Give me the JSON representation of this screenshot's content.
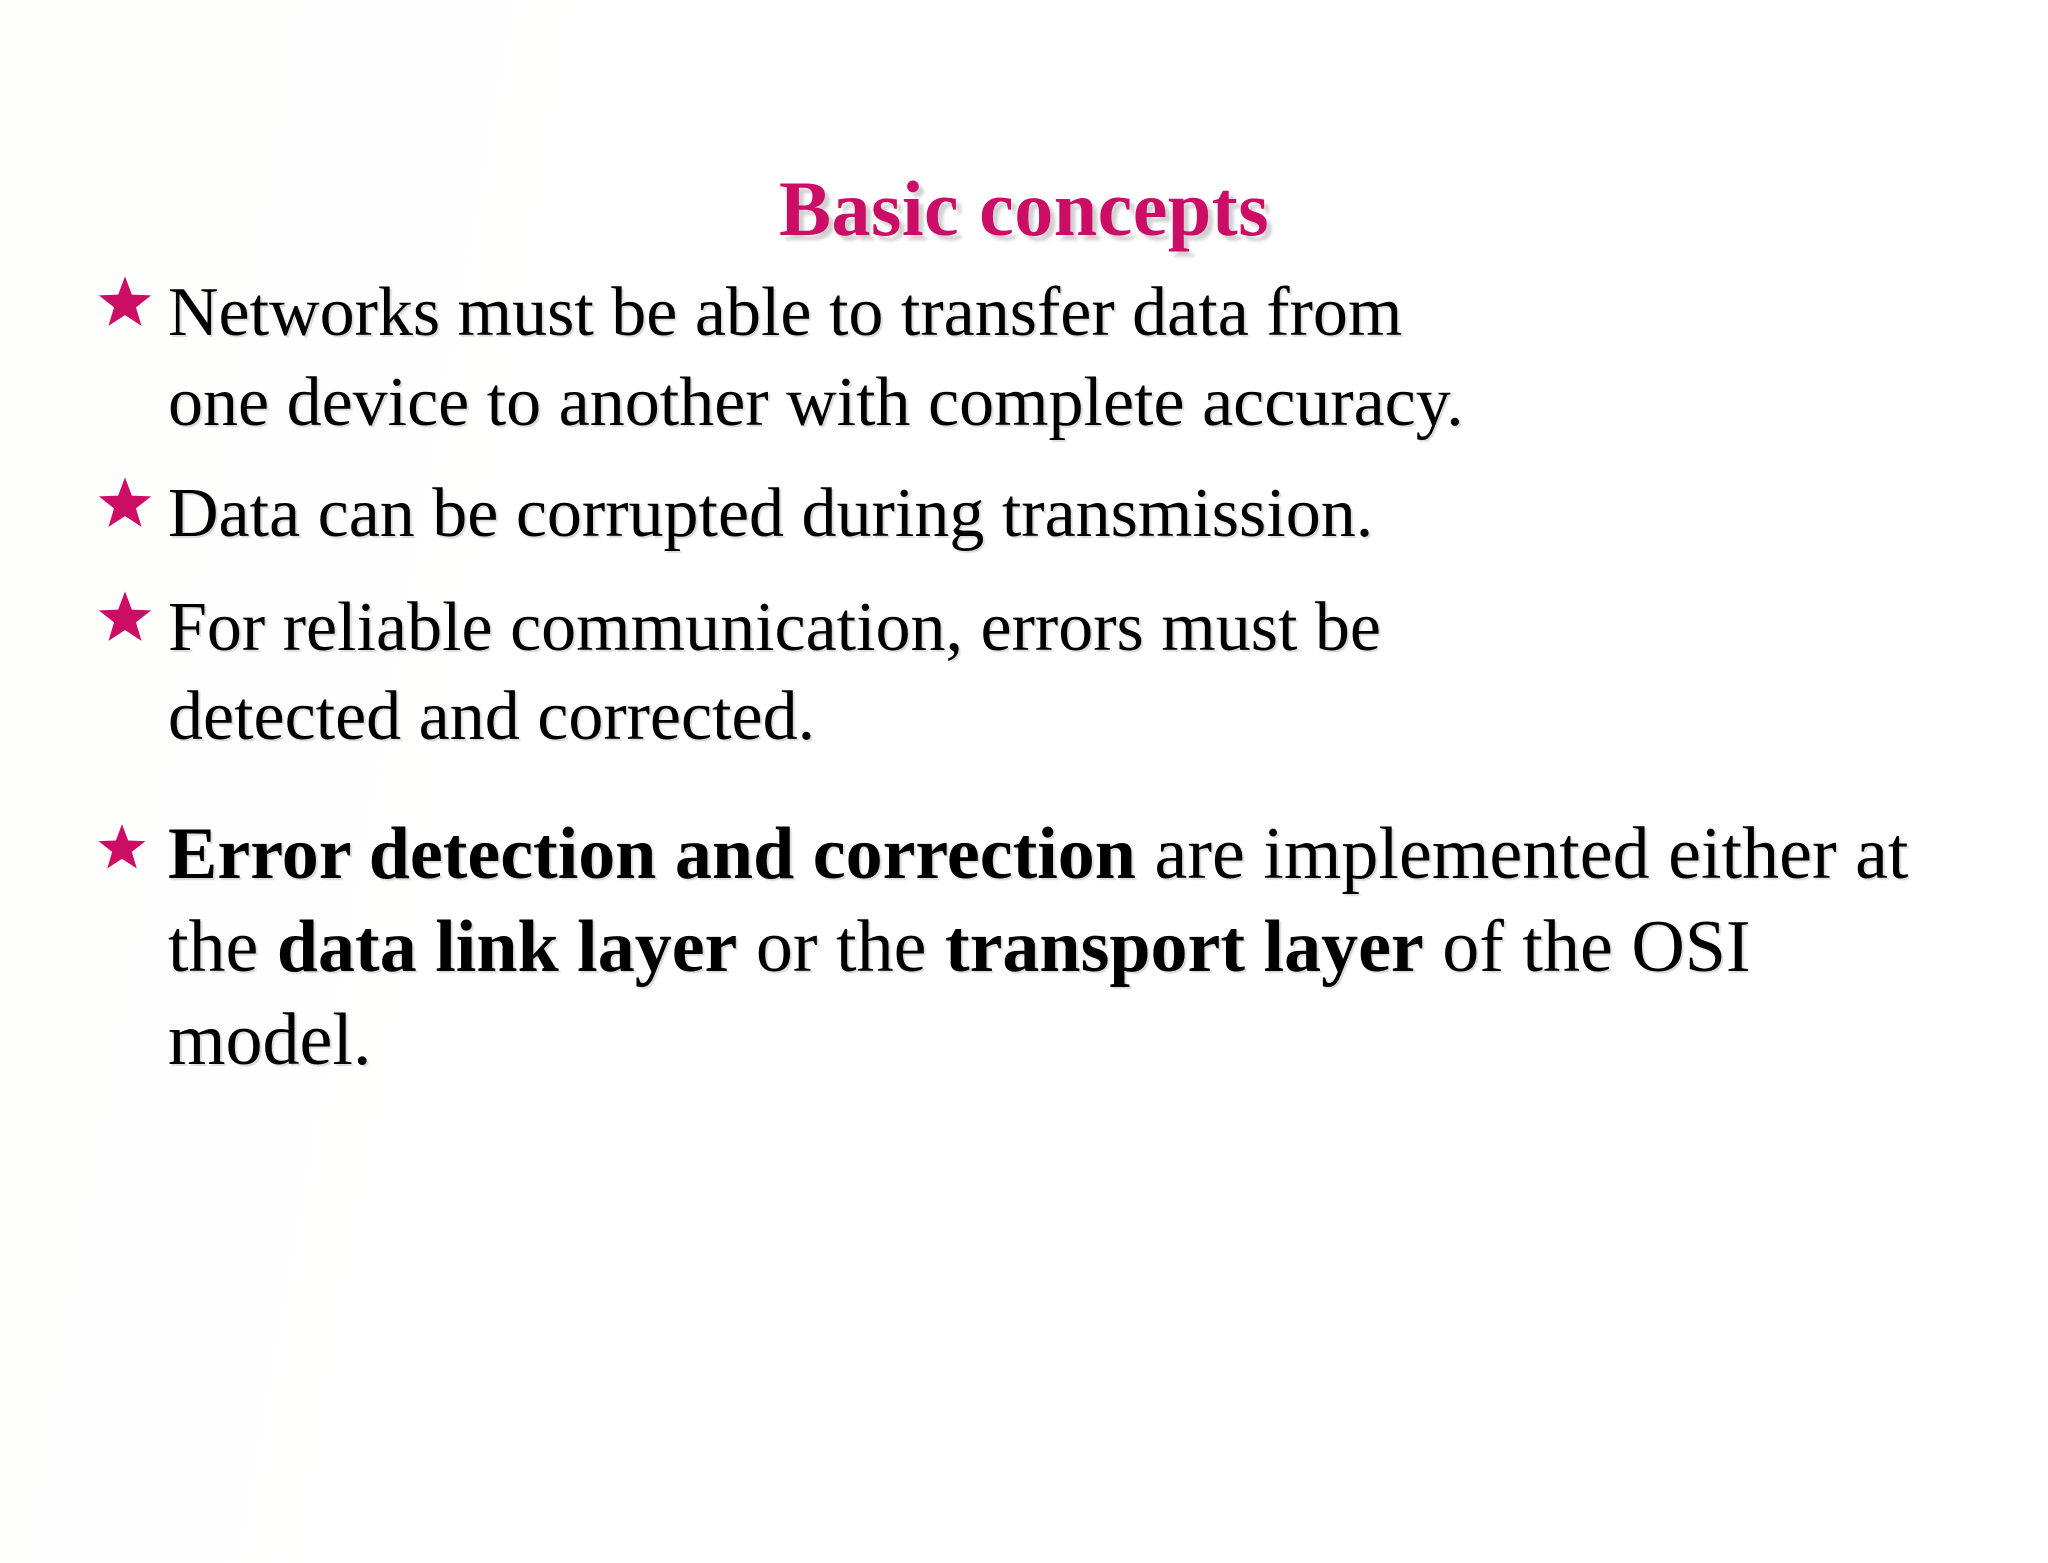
{
  "slide": {
    "title": "Basic concepts",
    "title_color": "#cc0d66",
    "background_color": "#ffffff",
    "body_text_color": "#000000",
    "bullet_icon": "star-icon",
    "bullet_icon_color": "#cc0d66",
    "bullets": [
      {
        "id": "bullet-0",
        "lines": [
          "Networks must be able to transfer data from",
          "one device to another with complete accuracy."
        ],
        "plain_text": "Networks must be able to transfer data from one device to another with complete accuracy.",
        "emphasis": "none"
      },
      {
        "id": "bullet-1",
        "lines": [
          "Data can be corrupted during transmission."
        ],
        "plain_text": "Data can be corrupted during transmission.",
        "emphasis": "none"
      },
      {
        "id": "bullet-2",
        "lines": [
          "For reliable communication, errors must be",
          "detected and corrected."
        ],
        "plain_text": "For reliable communication, errors must be detected and corrected.",
        "emphasis": "none"
      },
      {
        "id": "bullet-3",
        "plain_text": "Error detection and correction are implemented either at the data link layer or the transport layer of the OSI model.",
        "emphasis": "mixed",
        "segments": [
          {
            "text": "Error detection and correction",
            "bold": true
          },
          {
            "text": " are implemented either at the ",
            "bold": false
          },
          {
            "text": "data link layer",
            "bold": true
          },
          {
            "text": " or the ",
            "bold": false
          },
          {
            "text": "transport layer",
            "bold": true
          },
          {
            "text": " of the OSI model.",
            "bold": false
          }
        ],
        "line_breaks": [
          "Error detection and correction",
          "are implemented either at the data link",
          "layer or the transport layer of the OSI",
          "model."
        ]
      }
    ]
  }
}
